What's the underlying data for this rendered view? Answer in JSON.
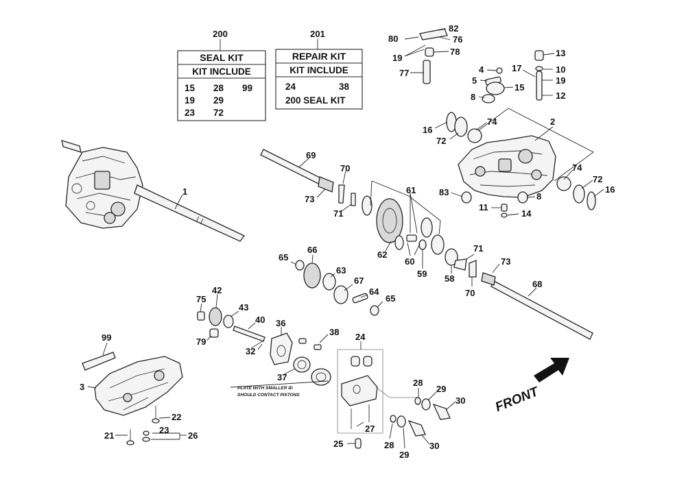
{
  "kits": {
    "seal": {
      "ref": "200",
      "title": "SEAL KIT",
      "subtitle": "KIT INCLUDE",
      "items": [
        "15",
        "28",
        "99",
        "19",
        "29",
        "23",
        "72"
      ]
    },
    "repair": {
      "ref": "201",
      "title": "REPAIR KIT",
      "subtitle": "KIT INCLUDE",
      "items": [
        "24",
        "38"
      ],
      "extra": "200 SEAL KIT"
    }
  },
  "callouts": [
    {
      "id": "c80",
      "text": "80"
    },
    {
      "id": "c82",
      "text": "82"
    },
    {
      "id": "c76",
      "text": "76"
    },
    {
      "id": "c19a",
      "text": "19"
    },
    {
      "id": "c78",
      "text": "78"
    },
    {
      "id": "c77",
      "text": "77"
    },
    {
      "id": "c13",
      "text": "13"
    },
    {
      "id": "c4",
      "text": "4"
    },
    {
      "id": "c17",
      "text": "17"
    },
    {
      "id": "c10",
      "text": "10"
    },
    {
      "id": "c5",
      "text": "5"
    },
    {
      "id": "c15",
      "text": "15"
    },
    {
      "id": "c19b",
      "text": "19"
    },
    {
      "id": "c8a",
      "text": "8"
    },
    {
      "id": "c12",
      "text": "12"
    },
    {
      "id": "c16a",
      "text": "16"
    },
    {
      "id": "c74a",
      "text": "74"
    },
    {
      "id": "c2",
      "text": "2"
    },
    {
      "id": "c72a",
      "text": "72"
    },
    {
      "id": "c74b",
      "text": "74"
    },
    {
      "id": "c72b",
      "text": "72"
    },
    {
      "id": "c16b",
      "text": "16"
    },
    {
      "id": "c83",
      "text": "83"
    },
    {
      "id": "c8b",
      "text": "8"
    },
    {
      "id": "c11",
      "text": "11"
    },
    {
      "id": "c14",
      "text": "14"
    },
    {
      "id": "c69",
      "text": "69"
    },
    {
      "id": "c70a",
      "text": "70"
    },
    {
      "id": "c73a",
      "text": "73"
    },
    {
      "id": "c71a",
      "text": "71"
    },
    {
      "id": "c61",
      "text": "61"
    },
    {
      "id": "c1",
      "text": "1"
    },
    {
      "id": "c62",
      "text": "62"
    },
    {
      "id": "c60",
      "text": "60"
    },
    {
      "id": "c59",
      "text": "59"
    },
    {
      "id": "c71b",
      "text": "71"
    },
    {
      "id": "c73b",
      "text": "73"
    },
    {
      "id": "c58",
      "text": "58"
    },
    {
      "id": "c70b",
      "text": "70"
    },
    {
      "id": "c68",
      "text": "68"
    },
    {
      "id": "c65a",
      "text": "65"
    },
    {
      "id": "c66",
      "text": "66"
    },
    {
      "id": "c63",
      "text": "63"
    },
    {
      "id": "c67",
      "text": "67"
    },
    {
      "id": "c64",
      "text": "64"
    },
    {
      "id": "c65b",
      "text": "65"
    },
    {
      "id": "c75",
      "text": "75"
    },
    {
      "id": "c42",
      "text": "42"
    },
    {
      "id": "c43",
      "text": "43"
    },
    {
      "id": "c40",
      "text": "40"
    },
    {
      "id": "c36",
      "text": "36"
    },
    {
      "id": "c79",
      "text": "79"
    },
    {
      "id": "c38",
      "text": "38"
    },
    {
      "id": "c24",
      "text": "24"
    },
    {
      "id": "c32",
      "text": "32"
    },
    {
      "id": "c99",
      "text": "99"
    },
    {
      "id": "c37",
      "text": "37"
    },
    {
      "id": "c3",
      "text": "3"
    },
    {
      "id": "c28a",
      "text": "28"
    },
    {
      "id": "c29a",
      "text": "29"
    },
    {
      "id": "c30a",
      "text": "30"
    },
    {
      "id": "c22",
      "text": "22"
    },
    {
      "id": "c27",
      "text": "27"
    },
    {
      "id": "c21",
      "text": "21"
    },
    {
      "id": "c23",
      "text": "23"
    },
    {
      "id": "c26",
      "text": "26"
    },
    {
      "id": "c28b",
      "text": "28"
    },
    {
      "id": "c29b",
      "text": "29"
    },
    {
      "id": "c30b",
      "text": "30"
    },
    {
      "id": "c25",
      "text": "25"
    }
  ],
  "note": {
    "line1": "PLATE WITH SMALLER ID",
    "line2": "SHOULD CONTACT PISTONS"
  },
  "front_label": "FRONT"
}
